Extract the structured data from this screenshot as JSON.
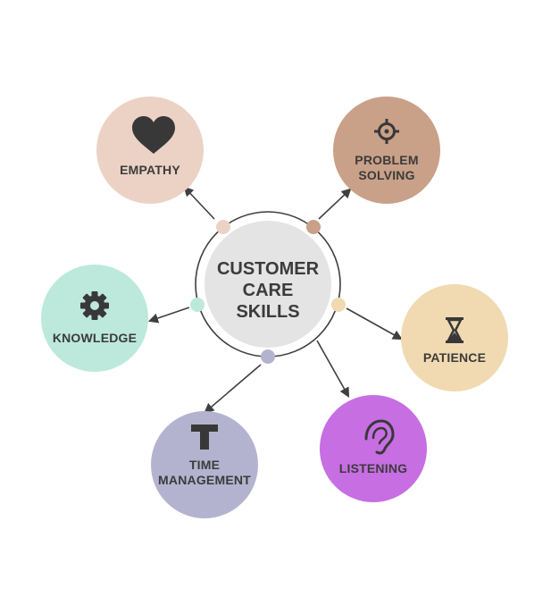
{
  "center": {
    "line1": "CUSTOMER",
    "line2": "CARE",
    "line3": "SKILLS",
    "color": "#e4e4e4"
  },
  "skills": {
    "empathy": {
      "line1": "EMPATHY",
      "line2": "",
      "color": "#ecd2c5",
      "icon": "heart-icon"
    },
    "problem": {
      "line1": "PROBLEM",
      "line2": "SOLVING",
      "color": "#c9a088",
      "icon": "crosshair-icon"
    },
    "knowledge": {
      "line1": "KNOWLEDGE",
      "line2": "",
      "color": "#bde9dc",
      "icon": "gear-icon"
    },
    "patience": {
      "line1": "PATIENCE",
      "line2": "",
      "color": "#f1dab1",
      "icon": "hourglass-icon"
    },
    "time": {
      "line1": "TIME",
      "line2": "MANAGEMENT",
      "color": "#b4b3cf",
      "icon": "t-tool-icon"
    },
    "listening": {
      "line1": "LISTENING",
      "line2": "",
      "color": "#c76ee3",
      "icon": "ear-icon"
    }
  },
  "colors": {
    "line": "#3f3f3f",
    "ring": "#3f3f3f",
    "text": "#3b3b3b"
  }
}
